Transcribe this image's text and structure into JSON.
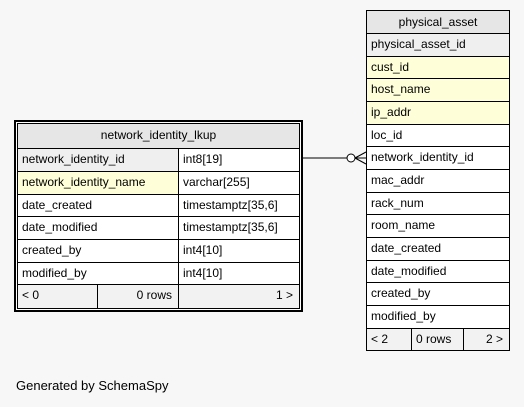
{
  "network_identity_lkup": {
    "title": "network_identity_lkup",
    "columns": [
      {
        "name": "network_identity_id",
        "type": "int8[19]",
        "kind": "pk"
      },
      {
        "name": "network_identity_name",
        "type": "varchar[255]",
        "kind": "index"
      },
      {
        "name": "date_created",
        "type": "timestamptz[35,6]",
        "kind": "plain"
      },
      {
        "name": "date_modified",
        "type": "timestamptz[35,6]",
        "kind": "plain"
      },
      {
        "name": "created_by",
        "type": "int4[10]",
        "kind": "plain"
      },
      {
        "name": "modified_by",
        "type": "int4[10]",
        "kind": "plain"
      }
    ],
    "footer": {
      "parents": "< 0",
      "rows": "0 rows",
      "children": "1 >"
    }
  },
  "physical_asset": {
    "title": "physical_asset",
    "columns": [
      {
        "name": "physical_asset_id",
        "kind": "pk"
      },
      {
        "name": "cust_id",
        "kind": "index"
      },
      {
        "name": "host_name",
        "kind": "index"
      },
      {
        "name": "ip_addr",
        "kind": "index"
      },
      {
        "name": "loc_id",
        "kind": "plain"
      },
      {
        "name": "network_identity_id",
        "kind": "plain"
      },
      {
        "name": "mac_addr",
        "kind": "plain"
      },
      {
        "name": "rack_num",
        "kind": "plain"
      },
      {
        "name": "room_name",
        "kind": "plain"
      },
      {
        "name": "date_created",
        "kind": "plain"
      },
      {
        "name": "date_modified",
        "kind": "plain"
      },
      {
        "name": "created_by",
        "kind": "plain"
      },
      {
        "name": "modified_by",
        "kind": "plain"
      }
    ],
    "footer": {
      "parents": "< 2",
      "rows": "0 rows",
      "children": "2 >"
    }
  },
  "caption": "Generated by SchemaSpy",
  "colors": {
    "header": "#e6e6e6",
    "primary_key": "#efefef",
    "indexed": "#fefed8",
    "plain": "#ffffff",
    "background": "#f7f7f7",
    "line": "#000000"
  }
}
